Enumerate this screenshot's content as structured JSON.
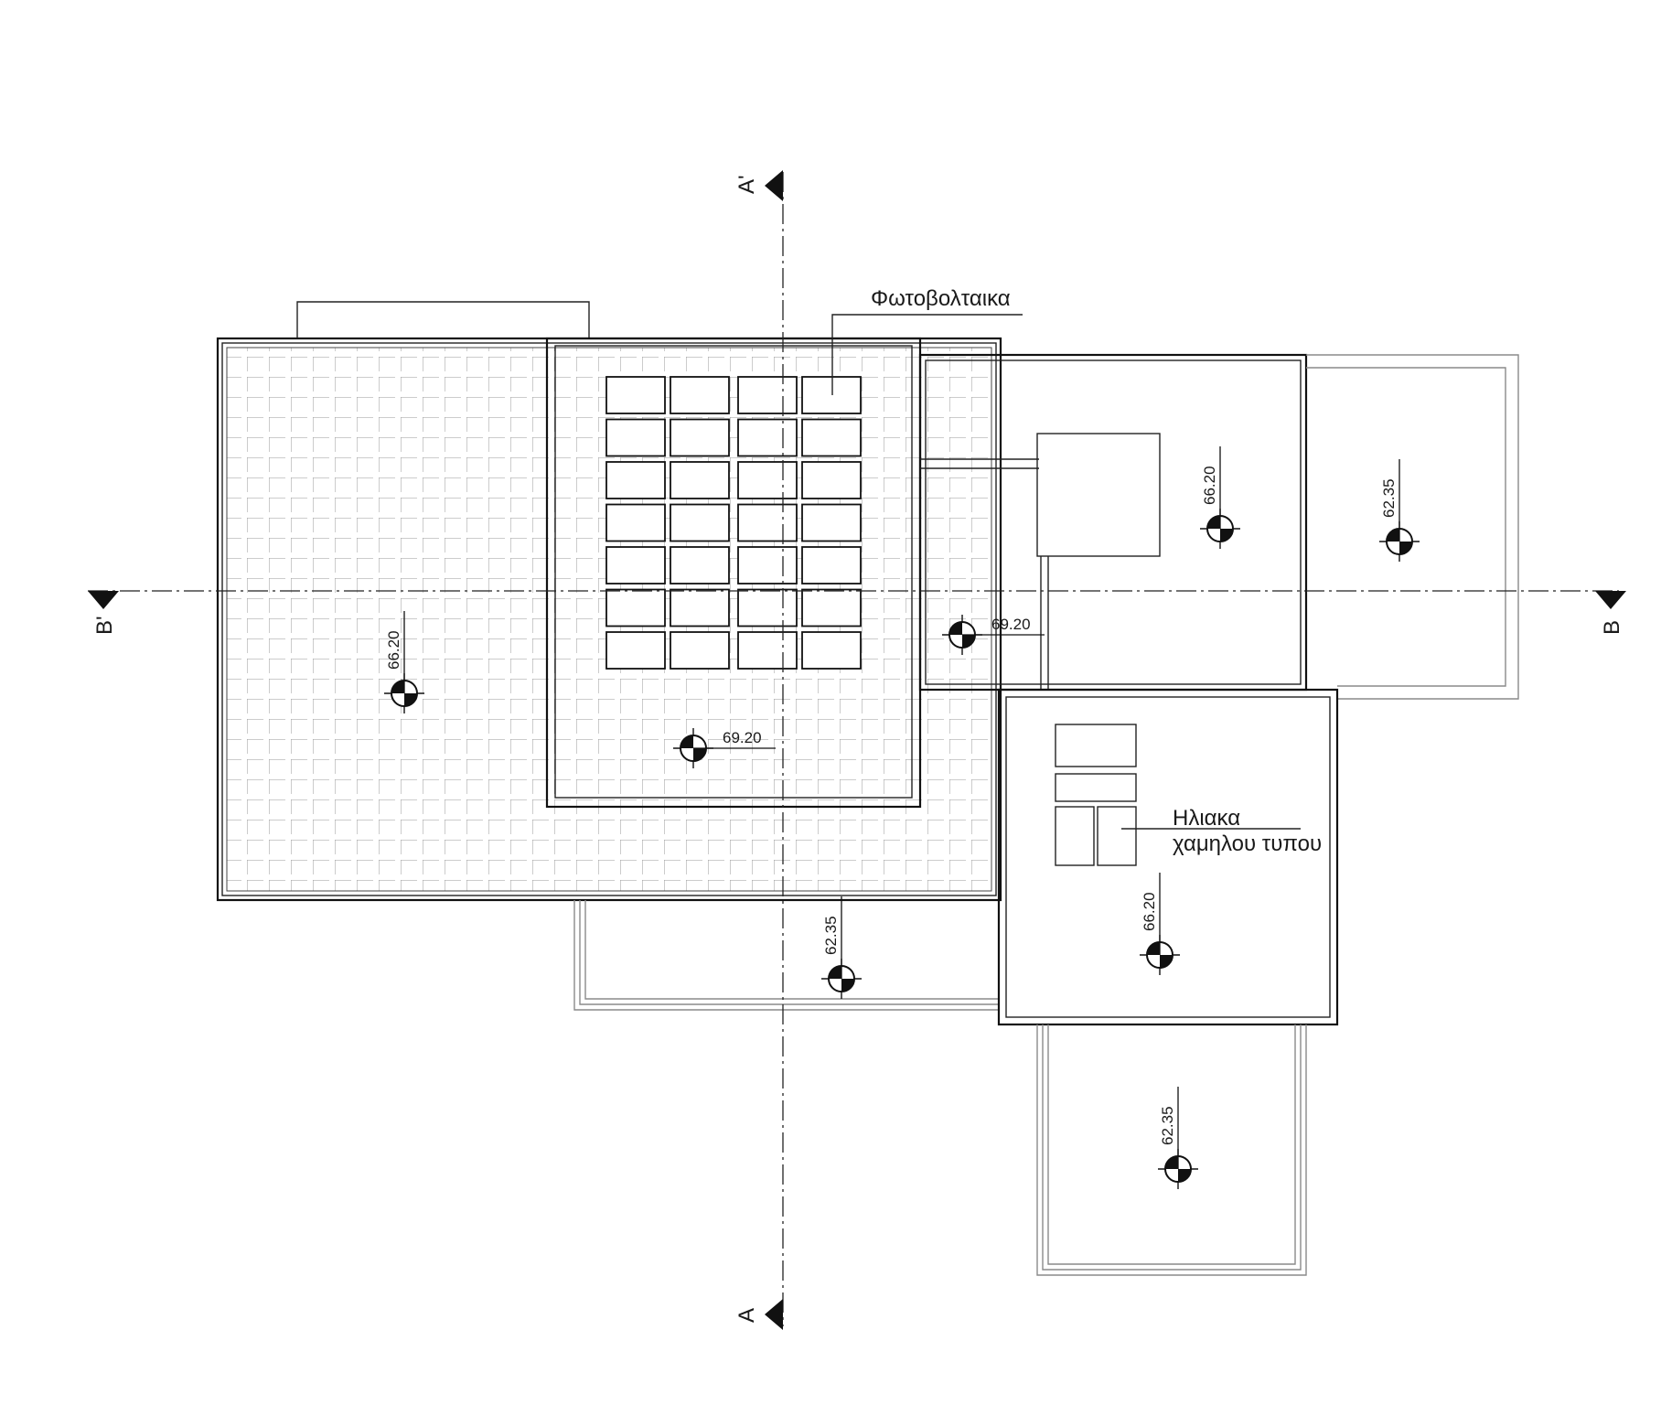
{
  "drawing": {
    "labels": {
      "photovoltaics": "Φωτοβολταικα",
      "solar_line1": "Ηλιακα",
      "solar_line2": "χαμηλου τυπου"
    },
    "section_marks": {
      "a_top": "A'",
      "a_bottom": "A",
      "b_left": "B'",
      "b_right": "B"
    },
    "elevations": {
      "main_roof": "66.20",
      "pv_roof": "69.20",
      "corridor_roof": "69.20",
      "east_roof": "66.20",
      "east_terrace": "62.35",
      "south_terrace": "62.35",
      "solar_roof": "66.20",
      "bottom_terrace": "62.35"
    }
  }
}
